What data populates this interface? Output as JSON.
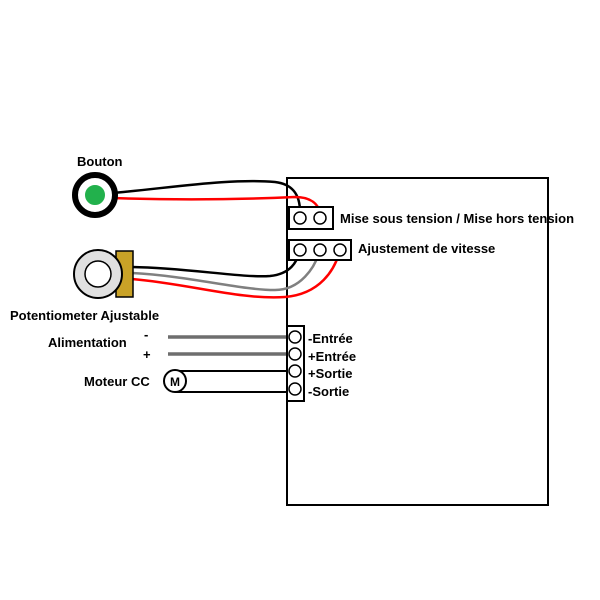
{
  "labels": {
    "button": "Bouton",
    "potentiometer": "Potentiometer Ajustable",
    "power": "Alimentation",
    "power_minus": "-",
    "power_plus": "+",
    "motor": "Moteur CC",
    "motor_symbol": "M",
    "power_switch_terminal": "Mise sous tension / Mise hors tension",
    "speed_terminal": "Ajustement de vitesse",
    "input_minus": "-Entrée",
    "input_plus": "+Entrée",
    "output_plus": "+Sortie",
    "output_minus": "-Sortie"
  },
  "colors": {
    "button_green": "#22b14c",
    "potentiometer_gold": "#c9a227",
    "wire_red": "#ff0000",
    "wire_black": "#000000",
    "wire_grey": "#808080",
    "power_wire": "#6e6e6e"
  }
}
